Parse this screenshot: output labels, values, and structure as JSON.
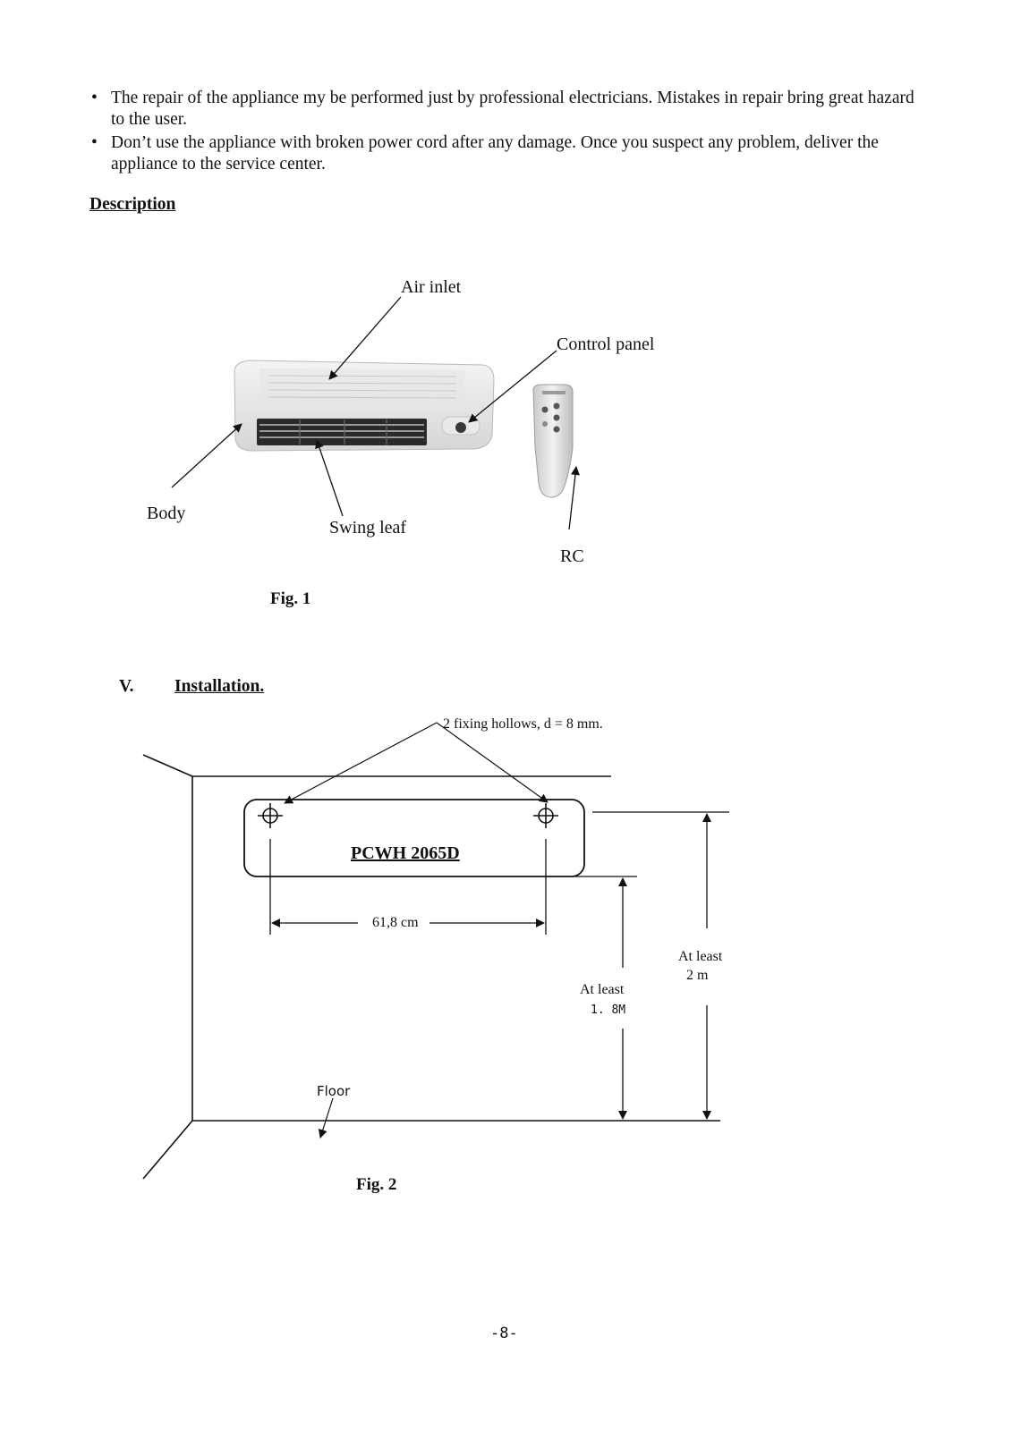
{
  "bullets": [
    "The repair of the appliance my be performed just by professional electricians. Mistakes in repair bring great hazard to the user.",
    "Don’t use the appliance with broken power cord after any damage. Once you suspect any problem, deliver the appliance to the service center."
  ],
  "bullet_glyph": "•",
  "description_heading": "Description",
  "fig1": {
    "caption": "Fig. 1",
    "labels": {
      "air_inlet": "Air inlet",
      "control_panel": "Control panel",
      "body": "Body",
      "swing_leaf": "Swing leaf",
      "rc": "RC"
    }
  },
  "installation": {
    "number": "V.",
    "heading": "Installation."
  },
  "fig2": {
    "caption": "Fig. 2",
    "fixing_hollows": "2 fixing hollows, d = 8 mm.",
    "model": "PCWH 2065D",
    "width": "61,8 cm",
    "at_least_a_line1": "At least",
    "at_least_a_line2": "1. 8M",
    "at_least_b_line1": "At least",
    "at_least_b_line2": "2 m",
    "floor": "Floor"
  },
  "page_number": "-8-"
}
